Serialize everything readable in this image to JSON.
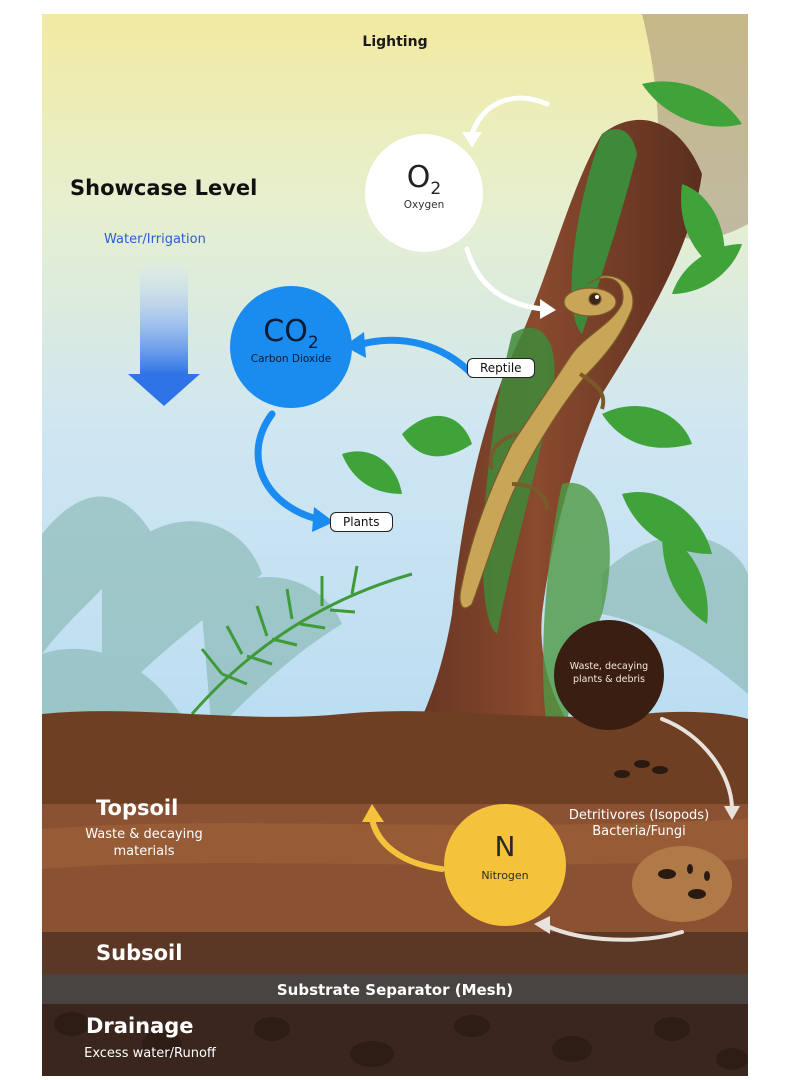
{
  "header": {
    "lighting": "Lighting",
    "level": "Showcase Level",
    "water": "Water/Irrigation"
  },
  "cycle": {
    "oxygen": {
      "symbol": "O",
      "sub": "2",
      "name": "Oxygen"
    },
    "co2": {
      "symbol": "CO",
      "sub": "2",
      "name": "Carbon Dioxide"
    },
    "nitrogen": {
      "symbol": "N",
      "name": "Nitrogen"
    },
    "waste": {
      "line1": "Waste, decaying",
      "line2": "plants & debris"
    },
    "reptile": "Reptile",
    "plants": "Plants"
  },
  "layers": {
    "topsoil": "Topsoil",
    "topsoil_desc_1": "Waste & decaying",
    "topsoil_desc_2": "materials",
    "detritivores_1": "Detritivores (Isopods)",
    "detritivores_2": "Bacteria/Fungi",
    "subsoil": "Subsoil",
    "separator": "Substrate Separator (Mesh)",
    "drainage": "Drainage",
    "drainage_desc": "Excess water/Runoff"
  },
  "colors": {
    "co2": "#1a8cf0",
    "nitrogen": "#f5c33b",
    "waste": "#3b1e12",
    "water_arrow": "#2f74e6",
    "topsoil": "#8a5232",
    "subsoil": "#5a3825",
    "drainage": "#3a261c"
  }
}
